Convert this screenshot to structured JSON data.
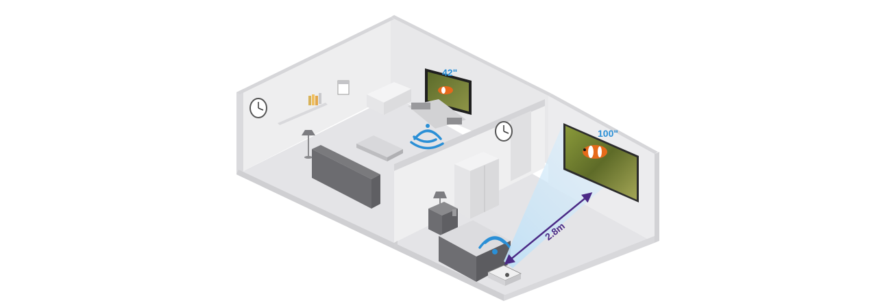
{
  "labels": {
    "tv_size": "42\"",
    "projection_size": "100\"",
    "distance": "2.8m"
  },
  "colors": {
    "accent_blue": "#2a8fd6",
    "distance_arrow": "#4b2a86",
    "wall": "#e9e9eb",
    "floor": "#e3e3e6",
    "furniture_dark": "#8a8a8d"
  },
  "icons": [
    "wifi-icon",
    "wall-clock-icon",
    "tv-icon",
    "projector-icon",
    "projection-screen",
    "sofa-icon",
    "floor-lamp-icon",
    "table-lamp-icon",
    "wardrobe-icon",
    "speaker-icon"
  ]
}
